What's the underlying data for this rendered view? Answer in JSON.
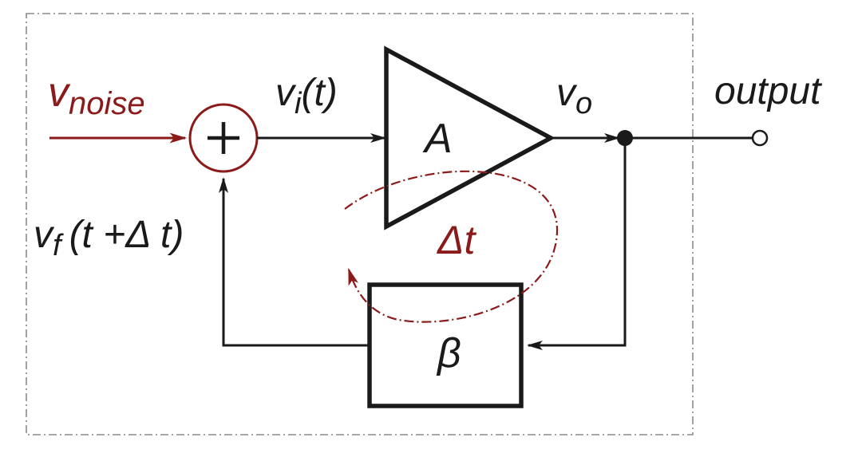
{
  "labels": {
    "noise_v": "v",
    "noise_sub": "noise",
    "input_v": "v",
    "input_sub": "i",
    "input_arg": "(t)",
    "output_v": "v",
    "output_sub": "o",
    "output_text": "output",
    "amplifier": "A",
    "feedback_block": "β",
    "delay": "Δt",
    "feedback_v": "v",
    "feedback_sub": "f",
    "feedback_arg": "(t +Δ t)"
  },
  "colors": {
    "signal": "#1a1a1a",
    "noise": "#8b1a1a",
    "frame": "#8a8a8a"
  },
  "icons": {
    "summing_junction": "plus-circle-icon",
    "output_terminal": "open-circle-icon",
    "node": "filled-dot-icon"
  }
}
